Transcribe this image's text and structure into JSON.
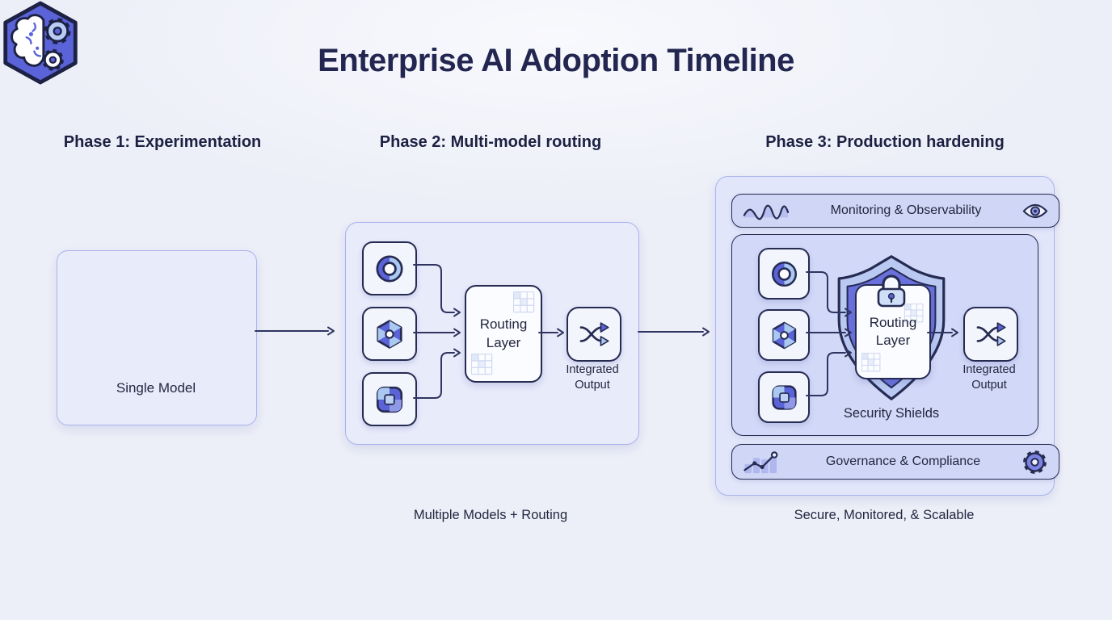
{
  "title": "Enterprise AI Adoption Timeline",
  "phase1": {
    "heading": "Phase 1: Experimentation",
    "node_label": "Single Model",
    "icon": "brain-gears-hexagon-icon"
  },
  "phase2": {
    "heading": "Phase 2: Multi-model routing",
    "model_icons": [
      "donut-model-icon",
      "hex-swirl-model-icon",
      "square-swirl-model-icon"
    ],
    "routing_label": "Routing Layer",
    "output_label": "Integrated Output",
    "output_icon": "shuffle-icon",
    "caption": "Multiple Models + Routing"
  },
  "phase3": {
    "heading": "Phase 3: Production hardening",
    "monitoring": {
      "label": "Monitoring & Observability",
      "left_icon": "waveform-icon",
      "right_icon": "eye-icon"
    },
    "security": {
      "label": "Security Shields",
      "shield_icon": "shield-lock-icon",
      "model_icons": [
        "donut-model-icon",
        "hex-swirl-model-icon",
        "square-swirl-model-icon"
      ],
      "routing_label": "Routing Layer",
      "output_label": "Integrated Output",
      "output_icon": "shuffle-icon"
    },
    "governance": {
      "label": "Governance & Compliance",
      "left_icon": "bar-line-chart-icon",
      "right_icon": "gear-icon"
    },
    "caption": "Secure, Monitored, & Scalable"
  },
  "colors": {
    "page_bg": "#edeff8",
    "title_text": "#232650",
    "heading_text": "#1d2142",
    "body_text": "#22263f",
    "card_fill": "#e8ebfa",
    "card_border": "#a9b3ec",
    "phase3_fill": "#e2e6fa",
    "panel_fill": "#d2d8f7",
    "bar_fill": "#d0d7f6",
    "node_fill": "#f3f5fd",
    "outline_dark": "#262b52",
    "accent_purple": "#5b63d8",
    "accent_light_blue": "#aac8f0",
    "connector": "#2f3460"
  }
}
